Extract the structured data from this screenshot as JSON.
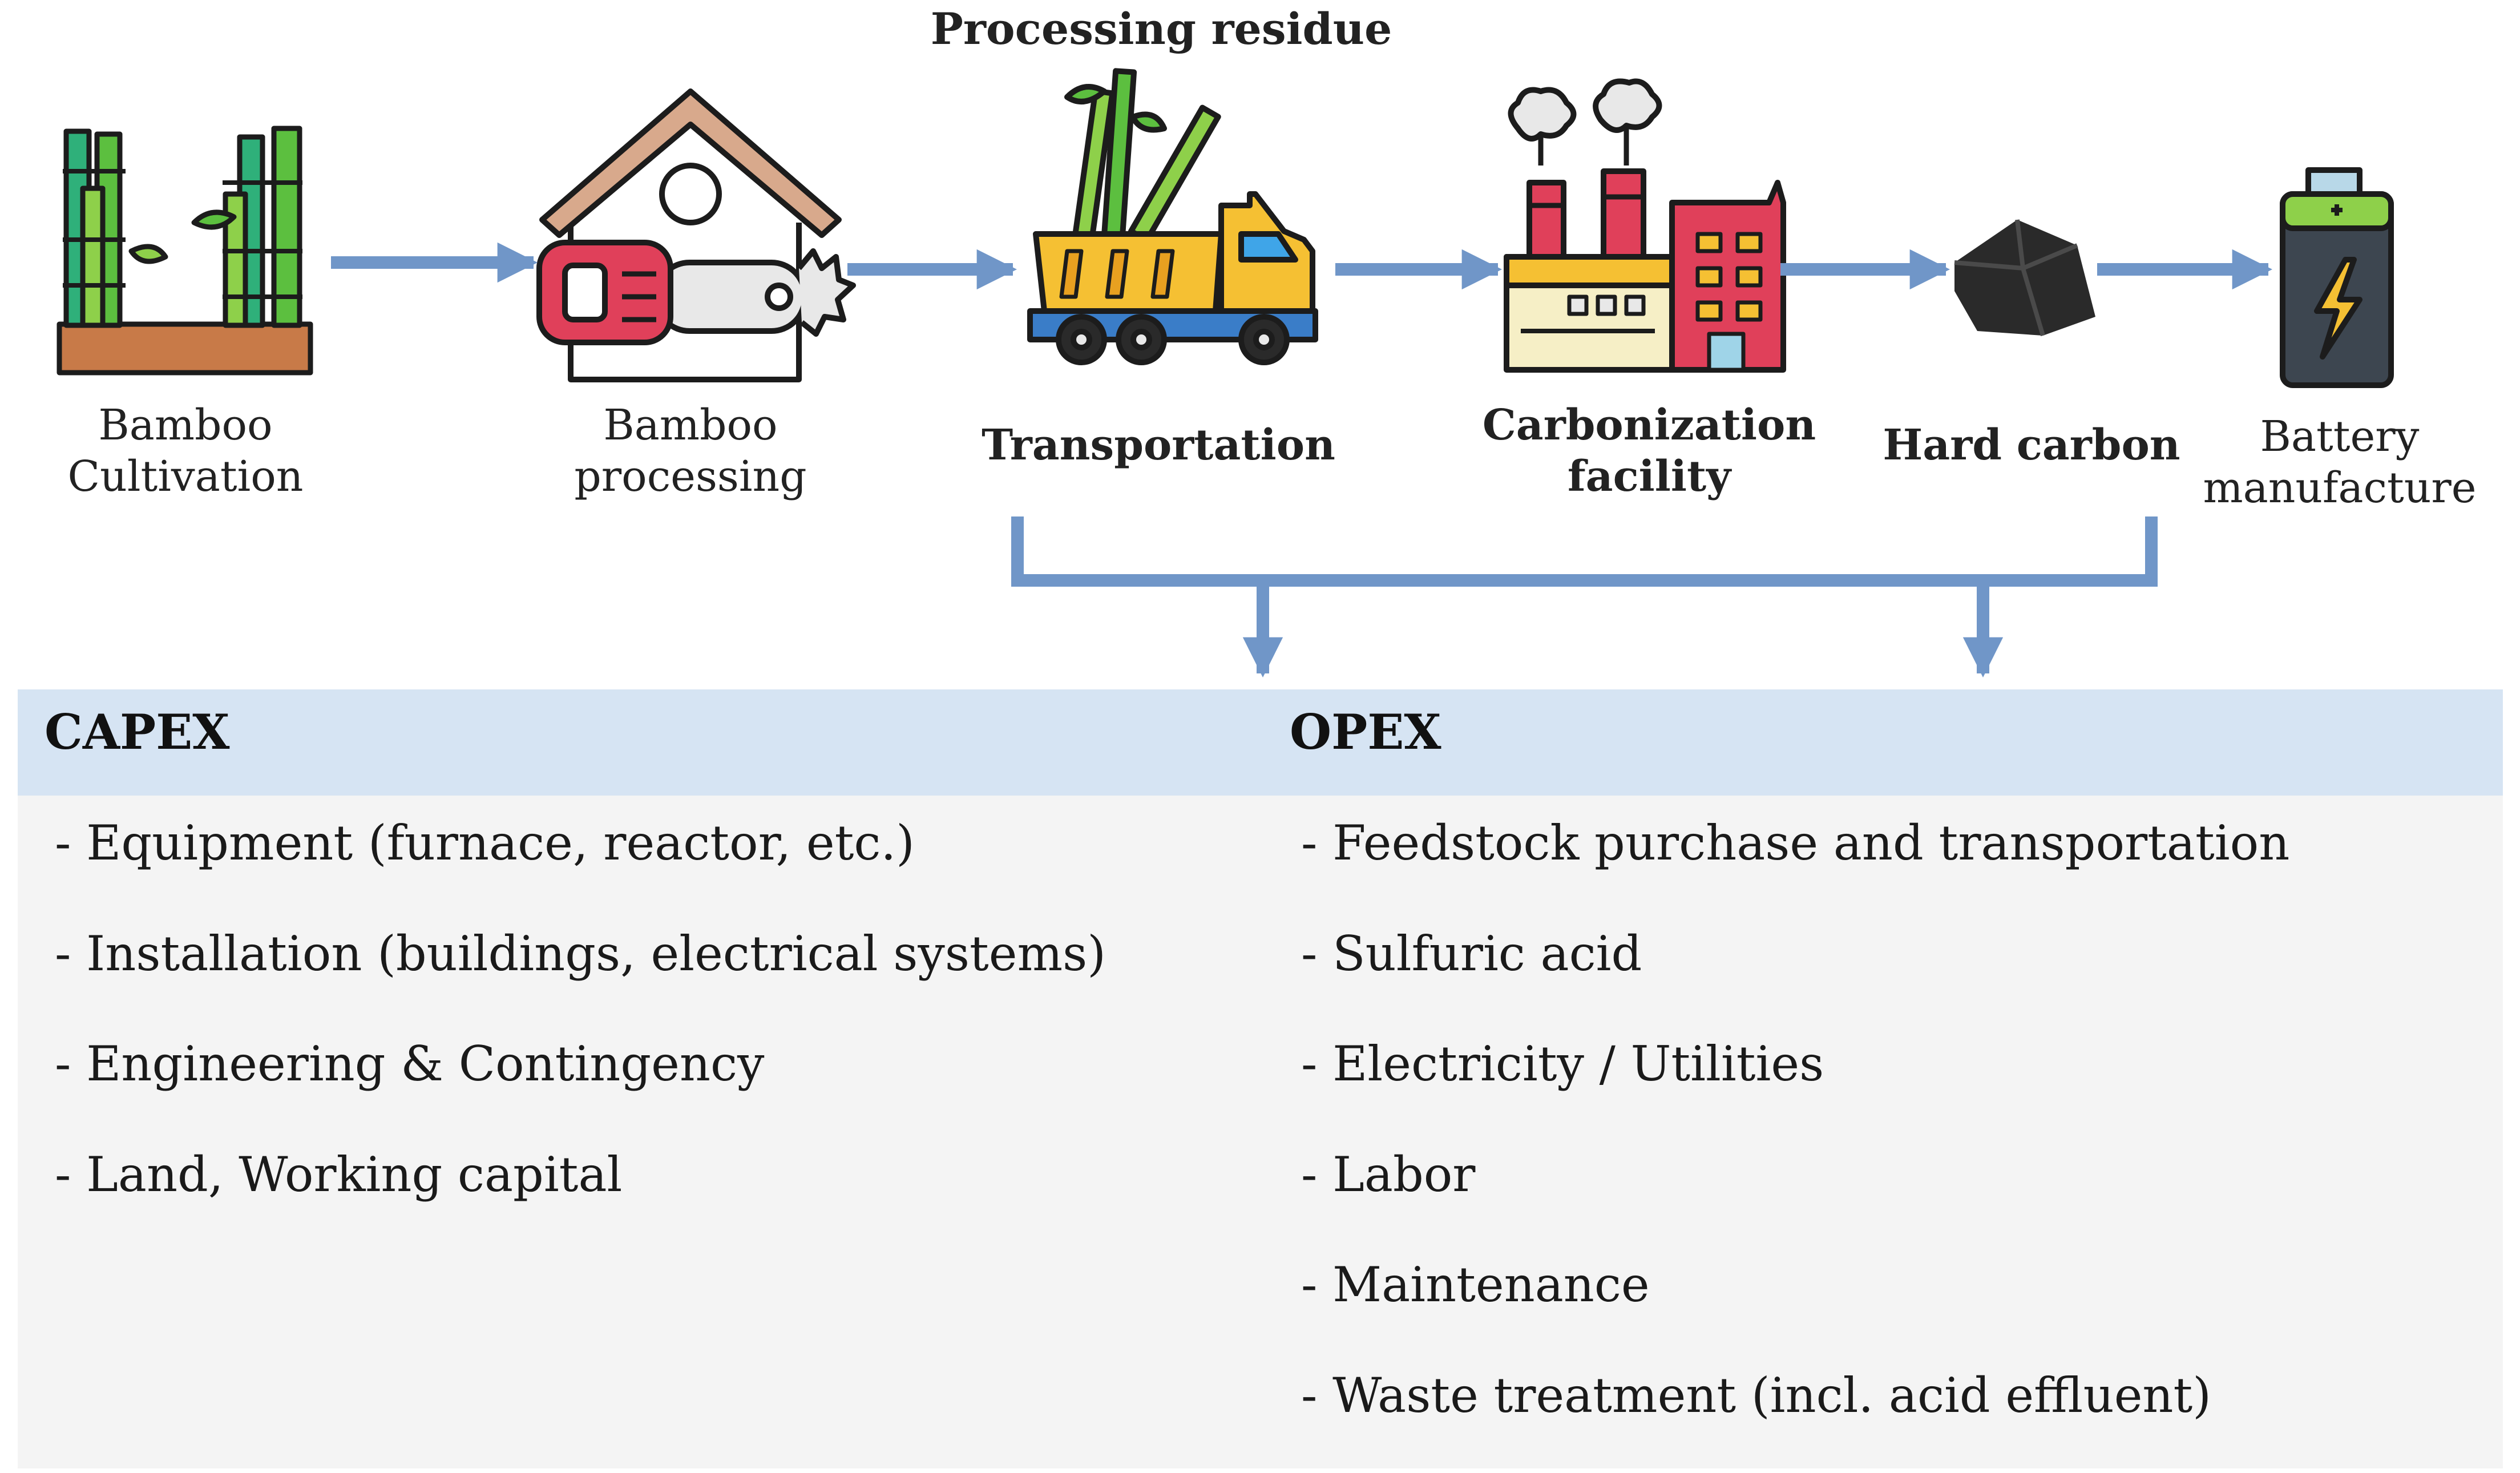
{
  "flow": {
    "steps": [
      {
        "id": "bamboo-cultivation",
        "lines": [
          "Bamboo",
          "Cultivation"
        ],
        "bold": false,
        "icon": "bamboo-cultivation-icon"
      },
      {
        "id": "bamboo-processing",
        "lines": [
          "Bamboo",
          "processing"
        ],
        "bold": false,
        "icon": "house-chainsaw-icon"
      },
      {
        "id": "transportation",
        "lines": [
          "Transportation"
        ],
        "bold": true,
        "icon": "dump-truck-icon"
      },
      {
        "id": "carbonization-facility",
        "lines": [
          "Carbonization",
          "facility"
        ],
        "bold": true,
        "icon": "factory-icon"
      },
      {
        "id": "hard-carbon",
        "lines": [
          "Hard carbon"
        ],
        "bold": true,
        "icon": "hard-carbon-icon"
      },
      {
        "id": "battery-manufacture",
        "lines": [
          "Battery",
          "manufacture"
        ],
        "bold": false,
        "icon": "battery-icon"
      }
    ],
    "residue_label": "Processing residue"
  },
  "costs": {
    "capex": {
      "title": "CAPEX",
      "items": [
        "- Equipment (furnace, reactor, etc.)",
        "- Installation (buildings, electrical systems)",
        "- Engineering & Contingency",
        "- Land, Working capital"
      ]
    },
    "opex": {
      "title": "OPEX",
      "items": [
        "- Feedstock purchase and transportation",
        "- Sulfuric acid",
        "- Electricity / Utilities",
        "- Labor",
        "- Maintenance",
        "- Waste treatment (incl. acid effluent)"
      ]
    }
  },
  "colors": {
    "arrow": "#7096c8",
    "header_band": "#d6e4f3",
    "panel": "#f4f4f4"
  }
}
